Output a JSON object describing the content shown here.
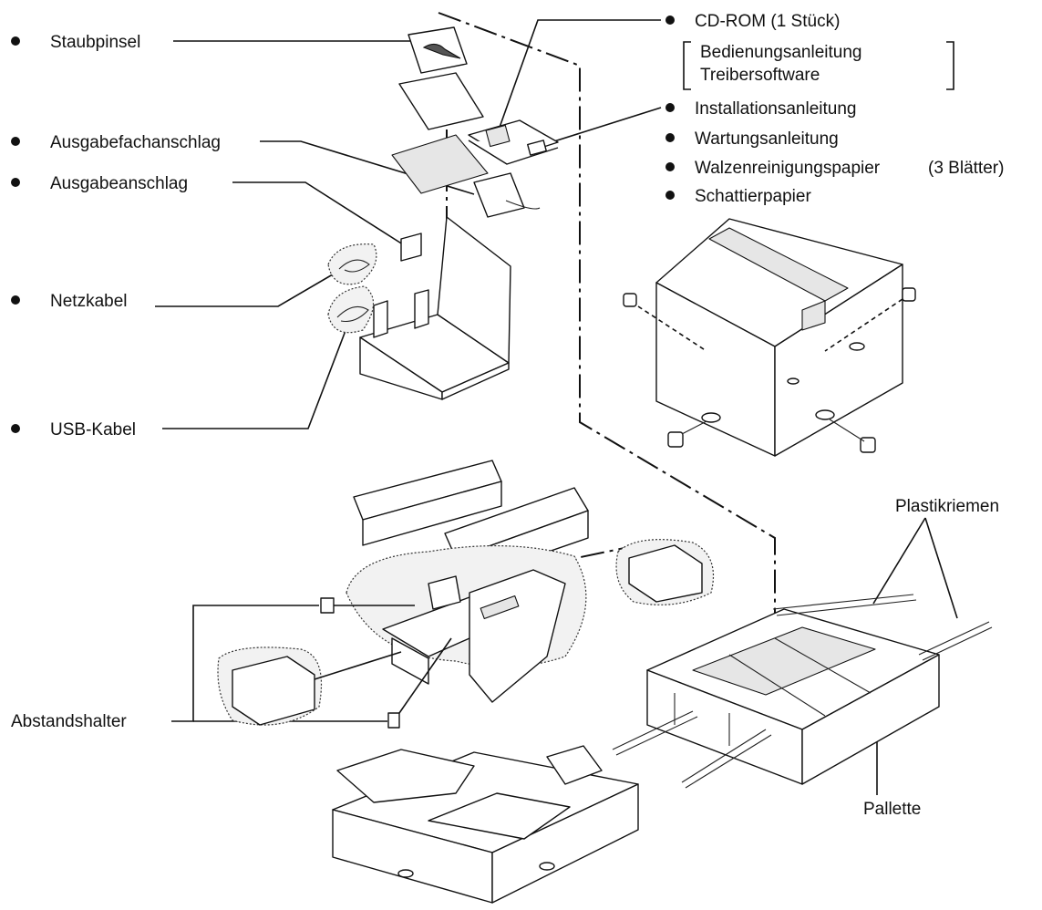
{
  "labels": {
    "staubpinsel": "Staubpinsel",
    "ausgabefachanschlag": "Ausgabefachanschlag",
    "ausgabeanschlag": "Ausgabeanschlag",
    "netzkabel": "Netzkabel",
    "usb_kabel": "USB-Kabel",
    "abstandshalter": "Abstandshalter",
    "cd_rom": "CD-ROM (1 Stück)",
    "bedienungsanleitung": "Bedienungsanleitung",
    "treibersoftware": "Treibersoftware",
    "installationsanleitung": "Installationsanleitung",
    "wartungsanleitung": "Wartungsanleitung",
    "walzenreinigungspapier": "Walzenreinigungspapier",
    "walzen_count": "(3 Blätter)",
    "schattierpapier": "Schattierpapier",
    "plastikriemen": "Plastikriemen",
    "pallette": "Pallette"
  }
}
